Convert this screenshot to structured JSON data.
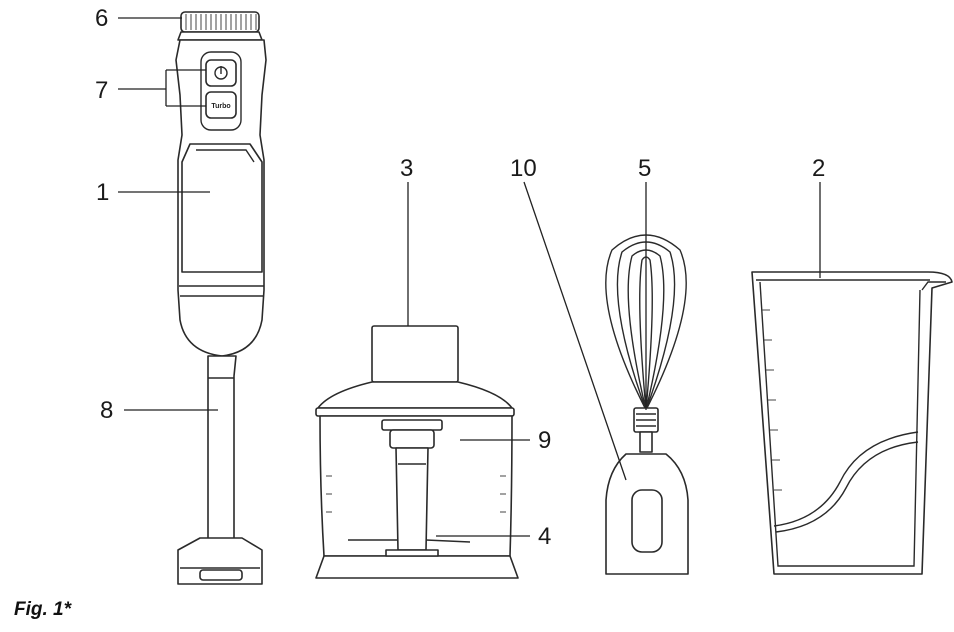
{
  "labels": {
    "l1": "1",
    "l2": "2",
    "l3": "3",
    "l4": "4",
    "l5": "5",
    "l6": "6",
    "l7": "7",
    "l8": "8",
    "l9": "9",
    "l10": "10"
  },
  "button_text": "Turbo",
  "caption": "Fig. 1*"
}
